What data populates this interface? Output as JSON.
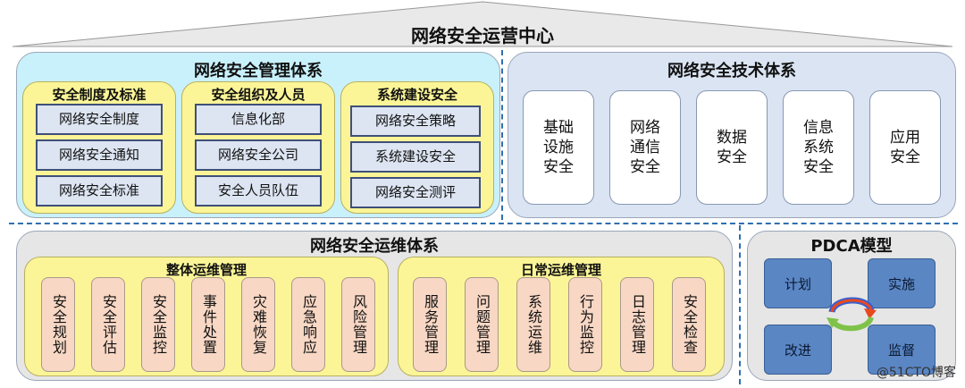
{
  "title": "网络安全运营中心",
  "management": {
    "title": "网络安全管理体系",
    "groups": [
      {
        "title": "安全制度及标准",
        "items": [
          "网络安全制度",
          "网络安全通知",
          "网络安全标准"
        ]
      },
      {
        "title": "安全组织及人员",
        "items": [
          "信息化部",
          "网络安全公司",
          "安全人员队伍"
        ]
      },
      {
        "title": "系统建设安全",
        "items": [
          "网络安全策略",
          "系统建设安全",
          "网络安全测评"
        ]
      }
    ]
  },
  "technology": {
    "title": "网络安全技术体系",
    "items": [
      "基础设施安全",
      "网络通信安全",
      "数据安全",
      "信息系统安全",
      "应用安全"
    ]
  },
  "operations": {
    "title": "网络安全运维体系",
    "groups": [
      {
        "title": "整体运维管理",
        "items": [
          "安全规划",
          "安全评估",
          "安全监控",
          "事件处置",
          "灾难恢复",
          "应急响应",
          "风险管理"
        ]
      },
      {
        "title": "日常运维管理",
        "items": [
          "服务管理",
          "问题管理",
          "系统运维",
          "行为监控",
          "日志管理",
          "安全检查"
        ]
      }
    ]
  },
  "pdca": {
    "title": "PDCA模型",
    "plan": "计划",
    "do": "实施",
    "act": "改进",
    "check": "监督"
  },
  "watermark": "@51CTO博客"
}
